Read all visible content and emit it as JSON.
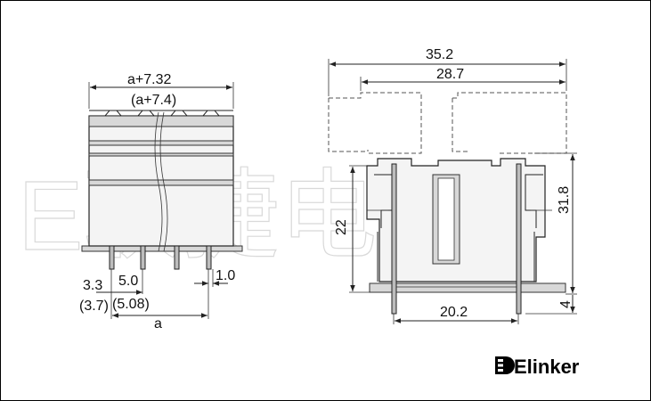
{
  "watermark": "E联捷电气",
  "brand": {
    "name": "Elinker",
    "logo_icon": "elinker-logo-icon"
  },
  "left_view": {
    "dims": {
      "overall_width": "a+7.32",
      "overall_width_alt": "(a+7.4)",
      "edge_offset": "3.3",
      "edge_offset_alt": "(3.7)",
      "pitch": "5.0",
      "pitch_alt": "(5.08)",
      "pin_width": "1.0",
      "span": "a"
    }
  },
  "right_view": {
    "dims": {
      "overall_length": "35.2",
      "inner_length": "28.7",
      "height_total": "31.8",
      "height_body": "22",
      "pin_spacing": "20.2",
      "pin_length": "4"
    }
  }
}
